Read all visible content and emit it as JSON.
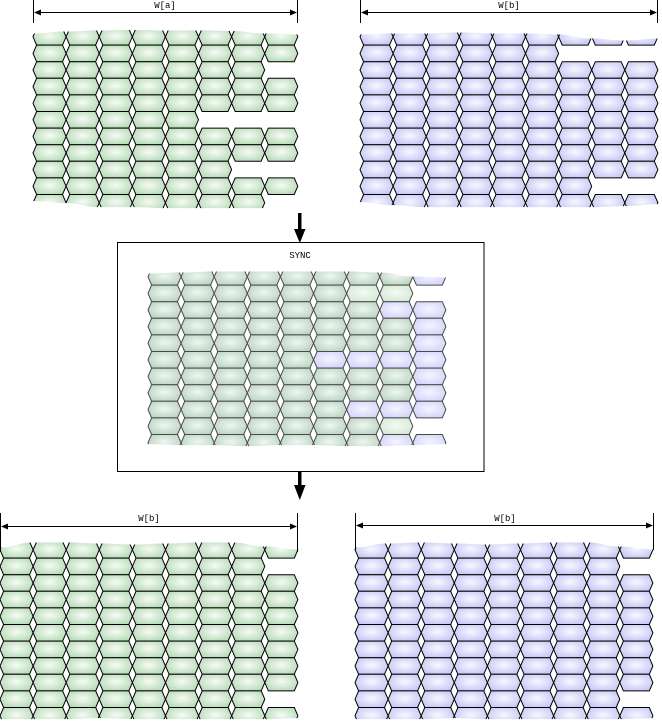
{
  "diagram": {
    "sync_label": "SYNC",
    "cell_legend": {
      "G": "W[a]-style green cell",
      "B": "W[b]-style blue cell",
      "O": "overlapping cell (present in both)",
      "g": "cell only in W[a]",
      "b": "cell only in W[b]",
      ".": "empty"
    }
  },
  "colors": {
    "G": {
      "center": "#f6fbf6",
      "edge": "#b4d9b4"
    },
    "B": {
      "center": "#f8f8ff",
      "edge": "#c4c4f4"
    },
    "O": {
      "center": "#eff6f1",
      "edge": "#b9d3c1"
    },
    "g": {
      "center": "#f4faf4",
      "edge": "#d2e9d2"
    },
    "b": {
      "center": "#f5f5ff",
      "edge": "#d2d2fa"
    },
    "outline": "#000000",
    "sync_outline": "#4a4a4a"
  },
  "panels": [
    {
      "id": "wa-source",
      "label": "W[a]",
      "rows": [
        "GGGGGGGG",
        "GGGGGGGG",
        "GGGGGGG.",
        "GGGGGGGG",
        "GGGGGGGG",
        "GGGGG...",
        "GGGGGGGG",
        "GGGGGGGG",
        "GGGGGG..",
        "GGGGGGGG",
        "GGGGGGG."
      ]
    },
    {
      "id": "wb-source",
      "label": "W[b]",
      "rows": [
        "BBBBBBBBB",
        "BBBBBB...",
        "BBBBBBBBB",
        "BBBBBBBBB",
        "BBBBBBBBB",
        "BBBBBBBBB",
        "BBBBBBBBB",
        "BBBBBBBBB",
        "BBBBBBBBB",
        "BBBBBBB..",
        "BBBBBBBBB"
      ]
    },
    {
      "id": "sync-merged",
      "label": "SYNC",
      "rows": [
        "OOOOOOOOb",
        "OOOOOOgg.",
        "OOOOOOObb",
        "OOOOOOOOb",
        "OOOOOOOOb",
        "OOOOObbbb",
        "OOOOOOOOb",
        "OOOOOOOOb",
        "OOOOOObbb",
        "OOOOOOOg.",
        "OOOOOOObb"
      ]
    },
    {
      "id": "wb-result-green",
      "label": "W[b]",
      "rows": [
        "GGGGGGGGG",
        "GGGGGGGG.",
        "GGGGGGGGG",
        "GGGGGGGGG",
        "GGGGGGGGG",
        "GGGGGGGGG",
        "GGGGGGGGG",
        "GGGGGGGGG",
        "GGGGGGGGG",
        "GGGGGGGG.",
        "GGGGGGGGG"
      ]
    },
    {
      "id": "wb-result-blue",
      "label": "W[b]",
      "rows": [
        "BBBBBBBBB",
        "BBBBBBBB.",
        "BBBBBBBBB",
        "BBBBBBBBB",
        "BBBBBBBBB",
        "BBBBBBBBB",
        "BBBBBBBBB",
        "BBBBBBBBB",
        "BBBBBBBBB",
        "BBBBBBBB.",
        "BBBBBBBBB"
      ]
    }
  ]
}
